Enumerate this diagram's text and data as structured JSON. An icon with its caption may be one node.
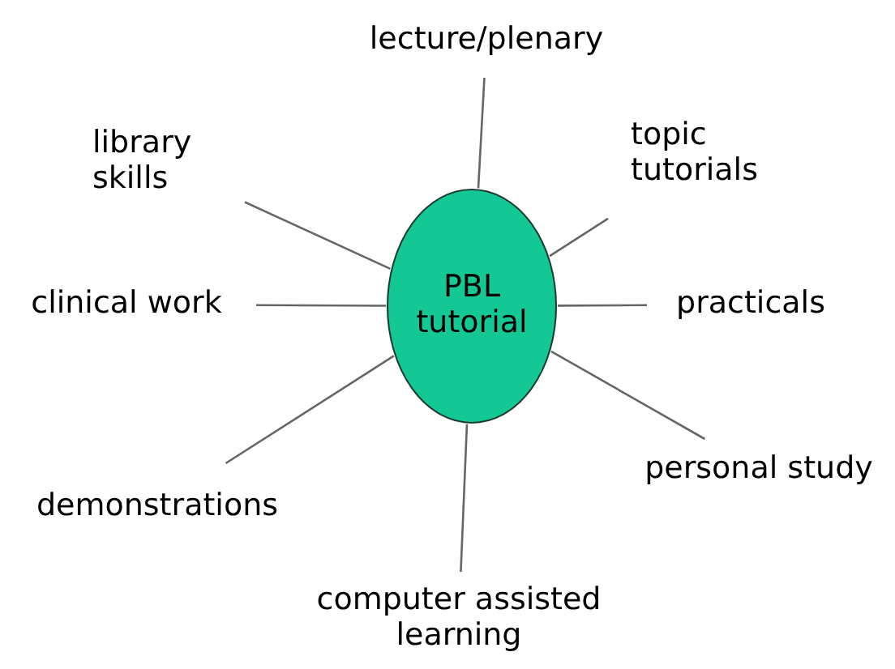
{
  "diagram": {
    "nodes": [
      {
        "text": [
          "lecture/plenary"
        ]
      },
      {
        "text": [
          "library skills"
        ]
      },
      {
        "text": [
          "topic tutorials"
        ]
      },
      {
        "text": [
          "clinical work"
        ]
      },
      {
        "text": [
          "PBL tutorial"
        ]
      },
      {
        "text": [
          "practicals"
        ]
      },
      {
        "text": [
          "personal study"
        ]
      },
      {
        "text": [
          "demonstrations"
        ]
      },
      {
        "text": [
          "computer assisted learning"
        ]
      }
    ],
    "edges": [
      {
        "from": 4,
        "to": 0,
        "arrow": "none"
      },
      {
        "from": 4,
        "to": 1,
        "arrow": "none"
      },
      {
        "from": 4,
        "to": 2,
        "arrow": "none"
      },
      {
        "from": 4,
        "to": 3,
        "arrow": "none"
      },
      {
        "from": 4,
        "to": 5,
        "arrow": "none"
      },
      {
        "from": 4,
        "to": 6,
        "arrow": "none"
      },
      {
        "from": 4,
        "to": 7,
        "arrow": "none"
      },
      {
        "from": 4,
        "to": 8,
        "arrow": "none"
      }
    ]
  }
}
